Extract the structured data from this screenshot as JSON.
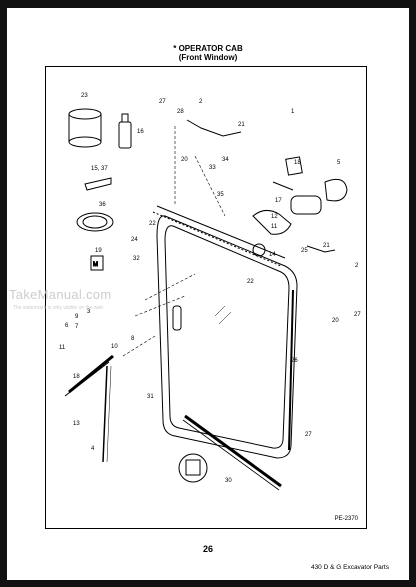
{
  "header": {
    "title": "* OPERATOR CAB",
    "subtitle": "(Front Window)"
  },
  "diagram": {
    "code": "PE-2370",
    "callouts": [
      "23",
      "16",
      "27",
      "28",
      "2",
      "21",
      "20",
      "1",
      "34",
      "33",
      "18",
      "5",
      "15, 37",
      "36",
      "19",
      "35",
      "17",
      "22",
      "12",
      "11",
      "24",
      "32",
      "14",
      "21",
      "25",
      "2",
      "22",
      "3",
      "9",
      "7",
      "6",
      "10",
      "8",
      "11",
      "18",
      "31",
      "26",
      "13",
      "4",
      "27",
      "30",
      "20",
      "27"
    ]
  },
  "footer": {
    "page_number": "26",
    "doc_title": "430 D & G Excavator Parts"
  },
  "watermark": {
    "brand": "TakeManual.com",
    "line": "The watermark is only visible on the web"
  }
}
